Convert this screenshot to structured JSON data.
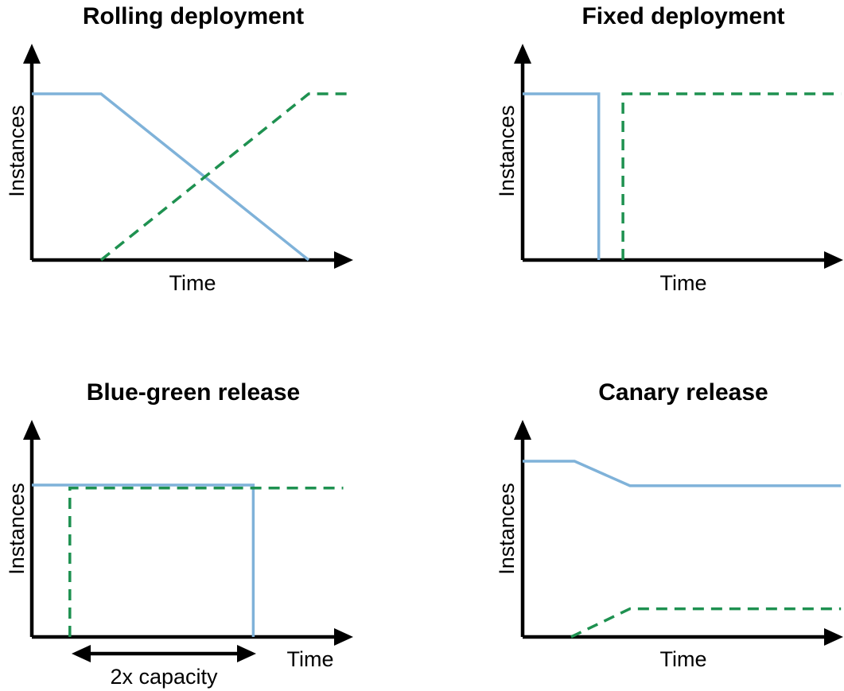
{
  "colors": {
    "old_version_line": "#7fb2d9",
    "new_version_line": "#1e9150",
    "axes": "#000000"
  },
  "chart_data": [
    {
      "type": "line",
      "title": "Rolling deployment",
      "xlabel": "Time",
      "ylabel": "Instances",
      "series": [
        {
          "style": "solid-blue",
          "points": [
            [
              0,
              1
            ],
            [
              1,
              1
            ],
            [
              4,
              0
            ]
          ]
        },
        {
          "style": "dashed-green",
          "points": [
            [
              1,
              0
            ],
            [
              4,
              1
            ],
            [
              4.6,
              1
            ]
          ]
        }
      ]
    },
    {
      "type": "line",
      "title": "Fixed deployment",
      "xlabel": "Time",
      "ylabel": "Instances",
      "series": [
        {
          "style": "solid-blue",
          "points": [
            [
              0,
              1
            ],
            [
              1.1,
              1
            ],
            [
              1.1,
              0
            ]
          ]
        },
        {
          "style": "dashed-green",
          "points": [
            [
              1.45,
              0
            ],
            [
              1.45,
              1
            ],
            [
              4.6,
              1
            ]
          ]
        }
      ]
    },
    {
      "type": "line",
      "title": "Blue-green release",
      "xlabel": "Time",
      "ylabel": "Instances",
      "annotation": "2x capacity",
      "series": [
        {
          "style": "solid-blue",
          "points": [
            [
              0,
              1
            ],
            [
              3.2,
              1
            ],
            [
              3.2,
              0
            ]
          ]
        },
        {
          "style": "dashed-green",
          "points": [
            [
              0.55,
              0
            ],
            [
              0.55,
              0.98
            ],
            [
              4.5,
              0.98
            ]
          ]
        }
      ]
    },
    {
      "type": "line",
      "title": "Canary release",
      "xlabel": "Time",
      "ylabel": "Instances",
      "series": [
        {
          "style": "solid-blue",
          "points": [
            [
              0,
              1
            ],
            [
              0.75,
              1
            ],
            [
              1.55,
              0.86
            ],
            [
              4.6,
              0.86
            ]
          ]
        },
        {
          "style": "dashed-green",
          "points": [
            [
              0.7,
              0
            ],
            [
              1.55,
              0.16
            ],
            [
              4.6,
              0.16
            ]
          ]
        }
      ]
    }
  ]
}
